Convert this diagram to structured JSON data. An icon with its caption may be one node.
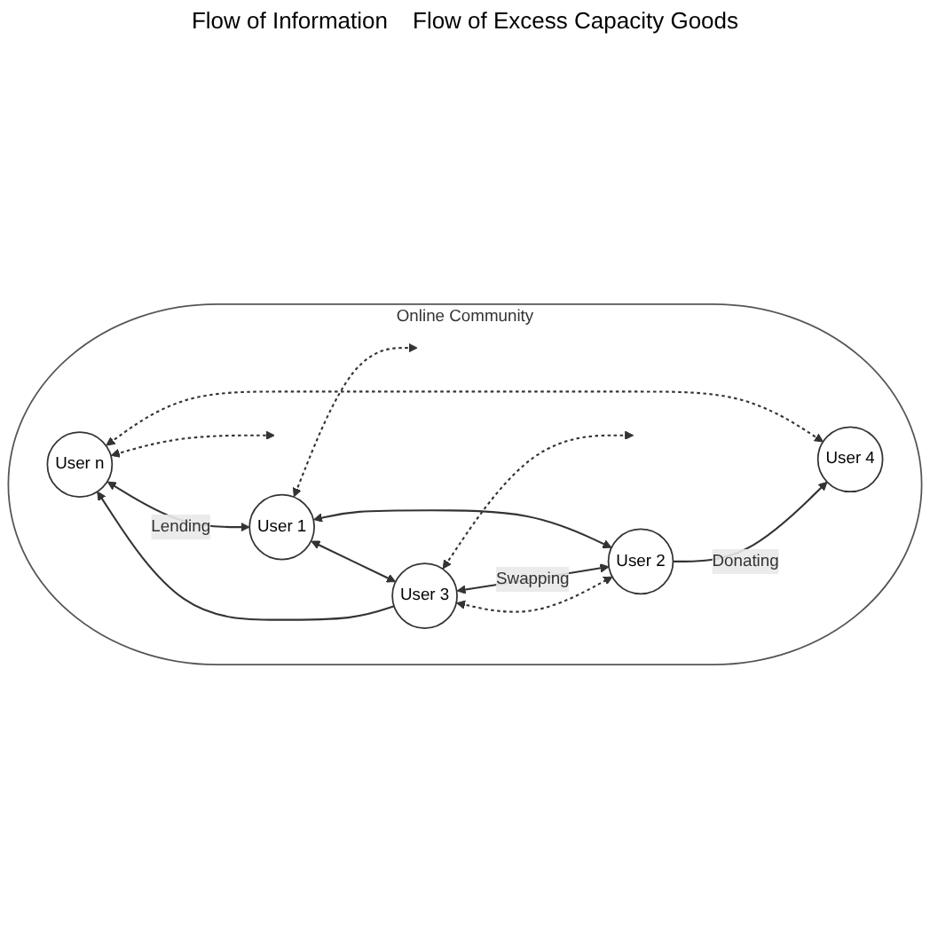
{
  "diagram": {
    "nodes": [
      {
        "text": [
          "Online Community"
        ]
      },
      {
        "text": [
          "User 4"
        ],
        "in": 0
      },
      {
        "text": [
          "User n"
        ],
        "in": 0
      },
      {
        "text": [
          "User 1"
        ],
        "in": 0
      },
      {
        "text": [
          "User 3"
        ],
        "in": 0
      },
      {
        "text": [
          "User 2"
        ],
        "in": 0
      }
    ],
    "edges": [
      {
        "from": 2,
        "to": 1,
        "arrow": "both",
        "style": "dashed"
      },
      {
        "from": 2,
        "to": 3,
        "arrow": "both",
        "label": "Lending"
      },
      {
        "from": 2,
        "to": null,
        "arrow": "both",
        "style": "dashed"
      },
      {
        "from": 3,
        "to": null,
        "arrow": "both",
        "style": "dashed"
      },
      {
        "from": 4,
        "to": 2,
        "arrow": "to"
      },
      {
        "from": 5,
        "to": 1,
        "arrow": "to",
        "label": "Donating"
      },
      {
        "from": 3,
        "to": 4,
        "arrow": "both"
      },
      {
        "from": 3,
        "to": 5,
        "arrow": "both"
      },
      {
        "from": 4,
        "to": 5,
        "arrow": "both",
        "label": "Swapping"
      },
      {
        "from": 4,
        "to": 5,
        "arrow": "both",
        "style": "dashed"
      },
      {
        "from": 4,
        "to": null,
        "arrow": "both",
        "style": "dashed"
      }
    ],
    "labels": [
      "Flow of Information",
      "Flow of Excess Capacity Goods"
    ]
  }
}
